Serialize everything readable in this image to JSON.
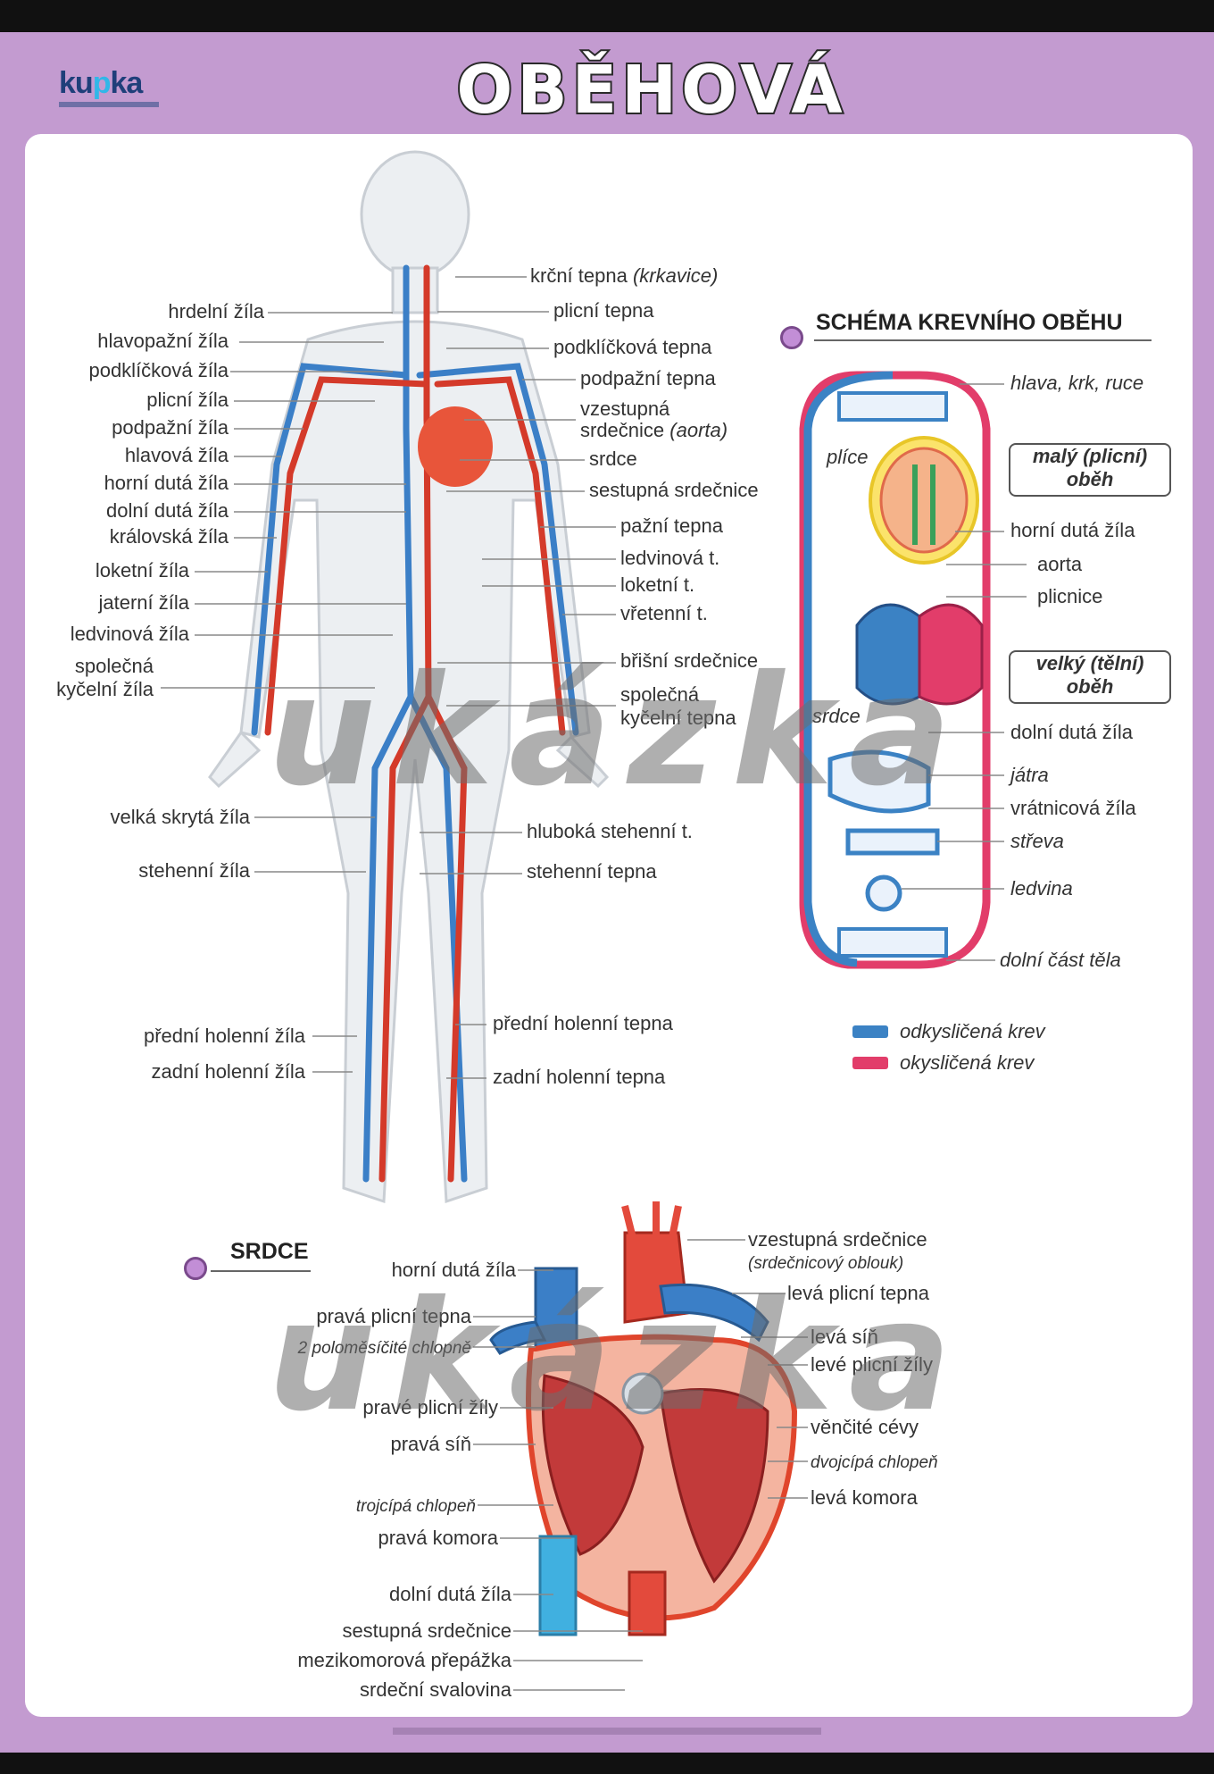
{
  "header": {
    "title": "OBĚHOVÁ SOUSTAVA",
    "logo_text_a": "ku",
    "logo_text_b": "p",
    "logo_text_c": "ka"
  },
  "body_left_labels": [
    "hrdelní žíla",
    "hlavopažní žíla",
    "podklíčková žíla",
    "plicní žíla",
    "podpažní žíla",
    "hlavová žíla",
    "horní dutá žíla",
    "dolní dutá žíla",
    "královská žíla",
    "loketní žíla",
    "jaterní žíla",
    "ledvinová žíla",
    "společná",
    "kyčelní žíla",
    "velká skrytá žíla",
    "stehenní žíla",
    "přední holenní žíla",
    "zadní holenní žíla"
  ],
  "body_right_labels": [
    "krční tepna",
    "(krkavice)",
    "plicní tepna",
    "podklíčková tepna",
    "podpažní tepna",
    "vzestupná",
    "srdečnice",
    "(aorta)",
    "srdce",
    "sestupná srdečnice",
    "pažní tepna",
    "ledvinová t.",
    "loketní t.",
    "vřetenní t.",
    "břišní srdečnice",
    "společná",
    "kyčelní tepna",
    "hluboká stehenní t.",
    "stehenní tepna",
    "přední holenní tepna",
    "zadní holenní tepna"
  ],
  "schema": {
    "title": "SCHÉMA KREVNÍHO OBĚHU",
    "labels": [
      "hlava, krk, ruce",
      "plíce",
      "horní dutá žíla",
      "aorta",
      "plicnice",
      "srdce",
      "dolní dutá žíla",
      "játra",
      "vrátnicová žíla",
      "střeva",
      "ledvina",
      "dolní část těla"
    ],
    "box_small": [
      "malý (plicní)",
      "oběh"
    ],
    "box_large": [
      "velký (tělní)",
      "oběh"
    ],
    "legend": [
      "odkysličená krev",
      "okysličená krev"
    ],
    "colors": {
      "deoxygenated": "#3b82c4",
      "oxygenated": "#e23d6a"
    }
  },
  "heart": {
    "title": "SRDCE",
    "left_labels": [
      "horní dutá žíla",
      "pravá plicní tepna",
      "2 poloměsíčité chlopně",
      "pravé plicní žíly",
      "pravá síň",
      "trojcípá chlopeň",
      "pravá komora",
      "dolní dutá žíla",
      "sestupná srdečnice",
      "mezikomorová přepážka",
      "srdeční svalovina"
    ],
    "right_labels": [
      "vzestupná srdečnice",
      "(srdečnicový oblouk)",
      "levá plicní tepna",
      "levá síň",
      "levé plicní žíly",
      "věnčité cévy",
      "dvojcípá chlopeň",
      "levá komora"
    ]
  },
  "watermark": "ukázka",
  "colors": {
    "band": "#c39bd0",
    "panel": "#ffffff",
    "vein": "#3b7fc7",
    "artery": "#d43a2a"
  }
}
